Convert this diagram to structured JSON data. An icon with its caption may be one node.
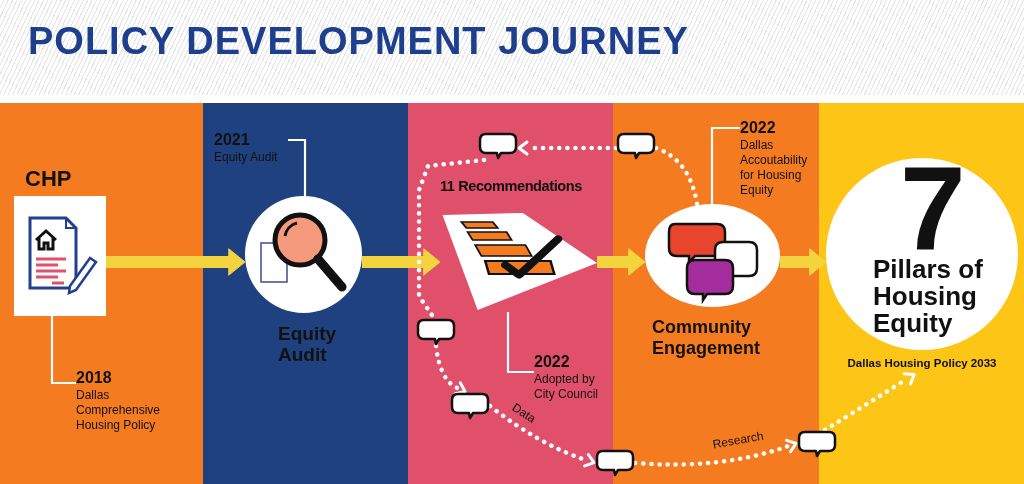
{
  "diagram": {
    "title": "POLICY DEVELOPMENT JOURNEY",
    "nodes": [
      {
        "text": [],
        "shape": "band"
      },
      {
        "text": [
          "CHP"
        ],
        "in": 0
      },
      {
        "text": [
          "2018",
          "Dallas Comprehensive Housing Policy"
        ],
        "in": 0
      },
      {
        "text": [],
        "shape": "band"
      },
      {
        "text": [
          "2021",
          "Equity Audit"
        ],
        "in": 3
      },
      {
        "text": [
          "Equity Audit"
        ],
        "in": 3
      },
      {
        "text": [],
        "shape": "band"
      },
      {
        "text": [],
        "shape": "bubble",
        "in": 6
      },
      {
        "text": [
          "11 Recommendations"
        ],
        "in": 6
      },
      {
        "text": [],
        "shape": "bubble",
        "in": 6
      },
      {
        "text": [
          "2022",
          "Adopted by City Council"
        ],
        "in": 6
      },
      {
        "text": [],
        "shape": "bubble",
        "in": 6
      },
      {
        "text": [],
        "shape": "band"
      },
      {
        "text": [],
        "shape": "bubble",
        "in": 12
      },
      {
        "text": [
          "2022",
          "Dallas Accoutability for Housing Equity"
        ],
        "in": 12
      },
      {
        "text": [
          "Community Engagement"
        ],
        "in": 12
      },
      {
        "text": [],
        "shape": "band"
      },
      {
        "text": [
          "7",
          "Pillars of Housing Equity"
        ],
        "beside": [
          "Dallas Housing Policy 2033"
        ],
        "in": 16
      },
      {
        "text": [],
        "shape": "bubble"
      },
      {
        "text": [],
        "shape": "bubble"
      }
    ],
    "edges": [
      {
        "from": 1,
        "to": 5,
        "arrow": "to",
        "style": "thick",
        "color": "#f3d43f"
      },
      {
        "from": 5,
        "to": 8,
        "arrow": "to",
        "style": "thick",
        "color": "#f3d43f"
      },
      {
        "from": 8,
        "to": 15,
        "arrow": "to",
        "style": "thick",
        "color": "#f3d43f"
      },
      {
        "from": 15,
        "to": 17,
        "arrow": "to",
        "style": "thick",
        "color": "#f3d43f"
      },
      {
        "from": 2,
        "to": 1,
        "arrow": "none"
      },
      {
        "from": 4,
        "to": 5,
        "arrow": "none"
      },
      {
        "from": 10,
        "to": 8,
        "arrow": "none"
      },
      {
        "from": 14,
        "to": 15,
        "arrow": "none"
      },
      {
        "from": 15,
        "to": 13,
        "arrow": "none",
        "style": "dashed"
      },
      {
        "from": 13,
        "to": 7,
        "arrow": "to",
        "style": "dashed"
      },
      {
        "from": 7,
        "to": 9,
        "arrow": "none",
        "style": "dashed"
      },
      {
        "from": 9,
        "to": 11,
        "arrow": "to",
        "style": "dashed"
      },
      {
        "from": 11,
        "to": 18,
        "arrow": "to",
        "style": "dashed",
        "label": "Data"
      },
      {
        "from": 18,
        "to": 19,
        "arrow": "to",
        "style": "dashed",
        "label": "Research"
      },
      {
        "from": 19,
        "to": 17,
        "arrow": "to",
        "style": "dashed"
      }
    ]
  }
}
